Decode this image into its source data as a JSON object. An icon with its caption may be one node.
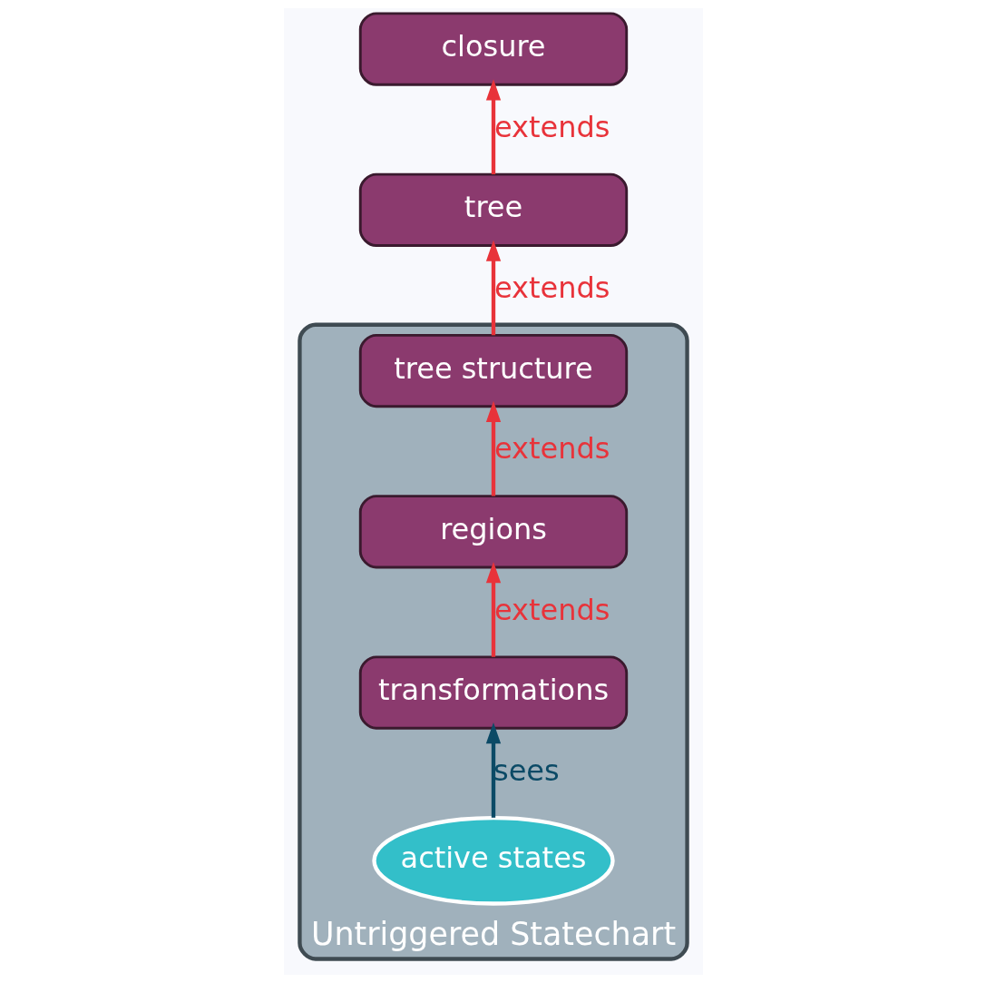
{
  "diagram": {
    "nodes": [
      {
        "text": [
          "closure"
        ]
      },
      {
        "text": [
          "tree"
        ]
      },
      {
        "text": [
          "Untriggered Statechart"
        ]
      },
      {
        "text": [
          "tree structure"
        ],
        "in": 2
      },
      {
        "text": [
          "regions"
        ],
        "in": 2
      },
      {
        "text": [
          "transformations"
        ],
        "in": 2
      },
      {
        "text": [
          "active states"
        ],
        "in": 2
      }
    ],
    "edges": [
      {
        "from": 1,
        "to": 0,
        "arrow": "to",
        "label": "extends"
      },
      {
        "from": 3,
        "to": 1,
        "arrow": "to",
        "label": "extends"
      },
      {
        "from": 4,
        "to": 3,
        "arrow": "to",
        "label": "extends"
      },
      {
        "from": 5,
        "to": 4,
        "arrow": "to",
        "label": "extends"
      },
      {
        "from": 6,
        "to": 5,
        "arrow": "to",
        "label": "sees",
        "color": "#0b4a66"
      }
    ]
  }
}
